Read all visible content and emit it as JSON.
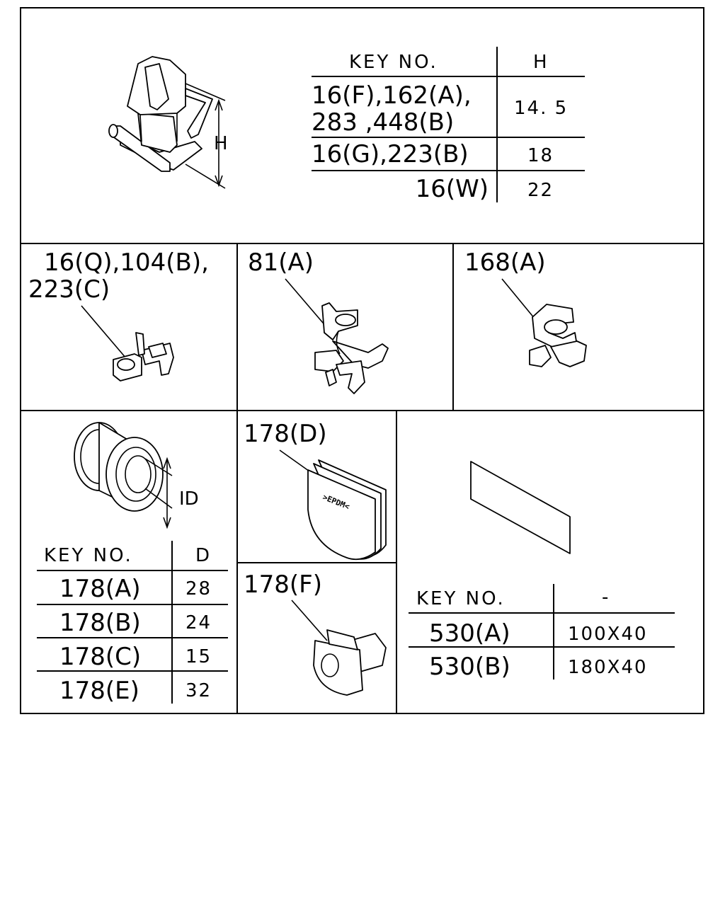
{
  "panel_top": {
    "table": {
      "header_key": "KEY  NO.",
      "header_value": "H",
      "rows": [
        {
          "key_line1": "16(F),162(A),",
          "key_line2": "283 ,448(B)",
          "value": "14. 5"
        },
        {
          "key_line1": "16(G),223(B)",
          "value": "18"
        },
        {
          "key_line1": "16(W)",
          "value": "22"
        }
      ]
    },
    "dimension_label": "H"
  },
  "panel_clip_a": {
    "label_line1": "16(Q),104(B),",
    "label_line2": "223(C)"
  },
  "panel_clip_b": {
    "label": "81(A)"
  },
  "panel_clip_c": {
    "label": "168(A)"
  },
  "panel_grommet": {
    "dimension_label": "ID",
    "table": {
      "header_key": "KEY  NO.",
      "header_value": "D",
      "rows": [
        {
          "key": "178(A)",
          "value": "28"
        },
        {
          "key": "178(B)",
          "value": "24"
        },
        {
          "key": "178(C)",
          "value": "15"
        },
        {
          "key": "178(E)",
          "value": "32"
        }
      ]
    }
  },
  "panel_seal_d": {
    "label": "178(D)",
    "marking": ">EPDM<"
  },
  "panel_seal_f": {
    "label": "178(F)"
  },
  "panel_pad": {
    "table": {
      "header_key": "KEY  NO.",
      "header_value": "-",
      "rows": [
        {
          "key": "530(A)",
          "value": "100X40"
        },
        {
          "key": "530(B)",
          "value": "180X40"
        }
      ]
    }
  }
}
